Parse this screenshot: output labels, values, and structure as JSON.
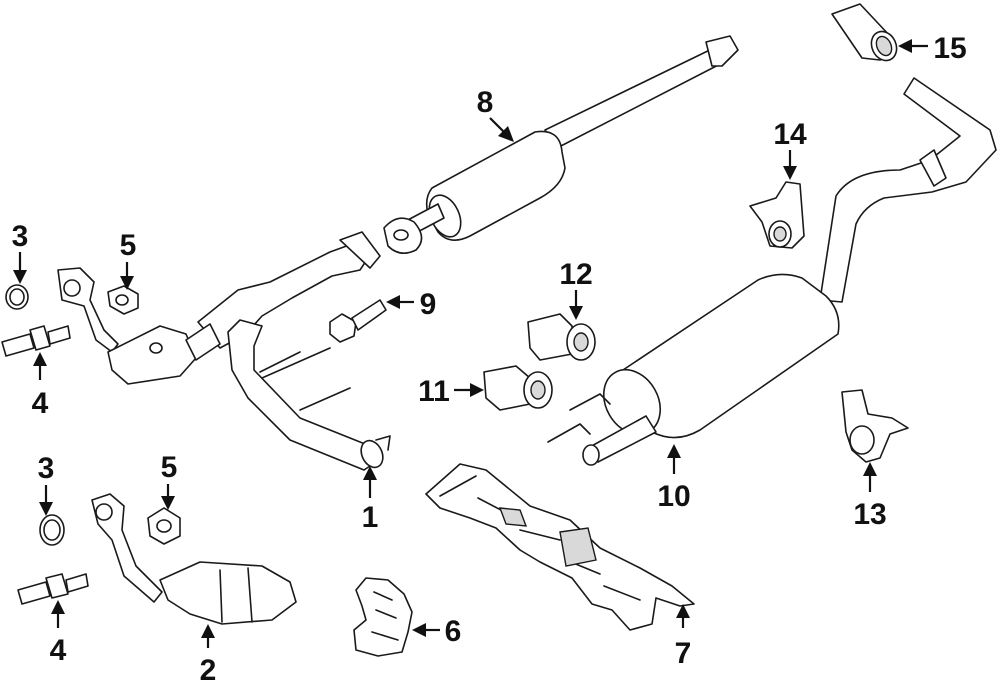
{
  "diagram": {
    "callouts": [
      {
        "id": "c1",
        "label": "1"
      },
      {
        "id": "c2",
        "label": "2"
      },
      {
        "id": "c3a",
        "label": "3"
      },
      {
        "id": "c3b",
        "label": "3"
      },
      {
        "id": "c4a",
        "label": "4"
      },
      {
        "id": "c4b",
        "label": "4"
      },
      {
        "id": "c5a",
        "label": "5"
      },
      {
        "id": "c5b",
        "label": "5"
      },
      {
        "id": "c6",
        "label": "6"
      },
      {
        "id": "c7",
        "label": "7"
      },
      {
        "id": "c8",
        "label": "8"
      },
      {
        "id": "c9",
        "label": "9"
      },
      {
        "id": "c10",
        "label": "10"
      },
      {
        "id": "c11",
        "label": "11"
      },
      {
        "id": "c12",
        "label": "12"
      },
      {
        "id": "c13",
        "label": "13"
      },
      {
        "id": "c14",
        "label": "14"
      },
      {
        "id": "c15",
        "label": "15"
      }
    ]
  }
}
